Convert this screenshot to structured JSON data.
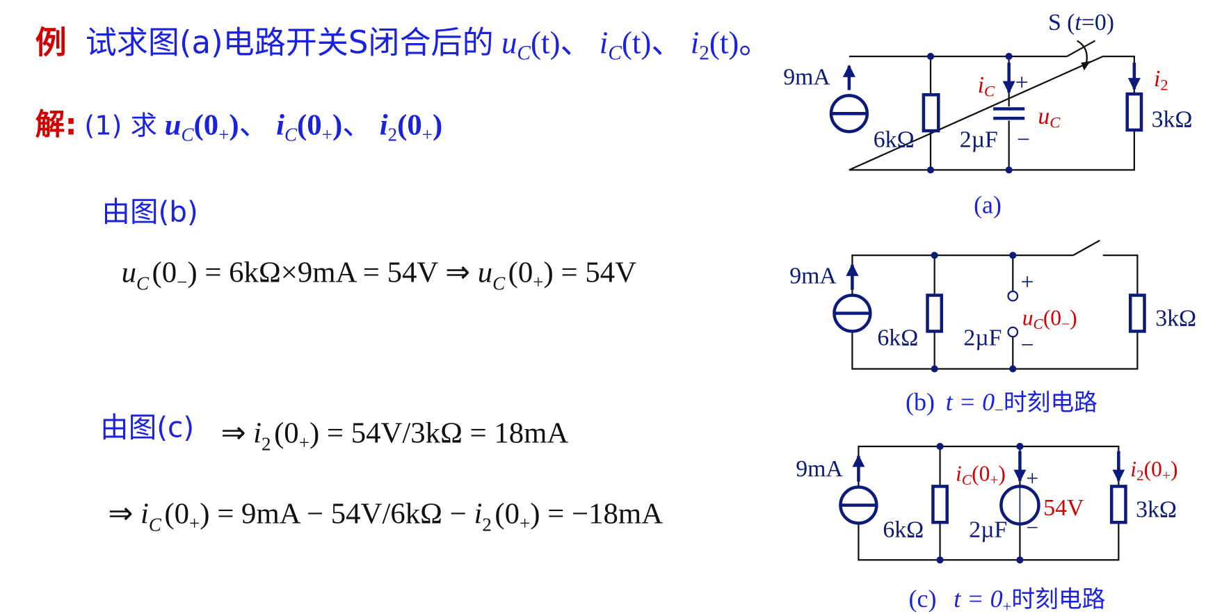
{
  "title": {
    "prefix": "例",
    "text": "试求图(a)电路开关S闭合后的",
    "terms": [
      {
        "sym": "u",
        "sub": "C",
        "arg": "(t)",
        "sep": "、"
      },
      {
        "sym": "i",
        "sub": "C",
        "arg": "(t)",
        "sep": "、"
      },
      {
        "sym": "i",
        "sub": "2",
        "arg": "(t)",
        "sep": "。"
      }
    ]
  },
  "solution": {
    "prefix": "解:",
    "step": "(1) 求",
    "terms": [
      {
        "sym": "u",
        "sub": "C",
        "arg": "(0",
        "argsub": "+",
        ")": ")",
        "sep": "、"
      },
      {
        "sym": "i",
        "sub": "C",
        "arg": "(0",
        "argsub": "+",
        ")": ")",
        "sep": "、"
      },
      {
        "sym": "i",
        "sub": "2",
        "arg": "(0",
        "argsub": "+",
        ")": ")",
        "sep": ""
      }
    ]
  },
  "section_b": {
    "label": "由图(b)"
  },
  "eq1": {
    "lhs_sym": "u",
    "lhs_sub": "C",
    "lhs_arg": "(0",
    "lhs_argsub": "−",
    "lhs_close": ")",
    "mid": " = 6kΩ×9mA = 54V ⇒ ",
    "rhs_sym": "u",
    "rhs_sub": "C",
    "rhs_arg": "(0",
    "rhs_argsub": "+",
    "rhs_close": ")",
    "rhs_val": " = 54V"
  },
  "section_c": {
    "label": "由图(c)"
  },
  "eq2": {
    "arrow": "⇒ ",
    "sym": "i",
    "sub": "2",
    "arg": "(0",
    "argsub": "+",
    "close": ")",
    "rest": " = 54V/3kΩ = 18mA"
  },
  "eq3": {
    "arrow": "⇒ ",
    "sym": "i",
    "sub": "C",
    "arg": "(0",
    "argsub": "+",
    "close": ")",
    "mid": " = 9mA − 54V/6kΩ − ",
    "sym2": "i",
    "sub2": "2",
    "arg2": "(0",
    "argsub2": "+",
    "close2": ")",
    "rest": " = −18mA"
  },
  "circuit_a": {
    "switch_label": "S (",
    "switch_t": "t",
    "switch_eq": "=0)",
    "source": "9mA",
    "r1": "6kΩ",
    "cap": "2µF",
    "r2": "3kΩ",
    "ic": "i",
    "ic_sub": "C",
    "uc": "u",
    "uc_sub": "C",
    "plus": "+",
    "minus": "−",
    "i2": "i",
    "i2_sub": "2",
    "caption": "(a)"
  },
  "circuit_b": {
    "source": "9mA",
    "r1": "6kΩ",
    "cap": "2µF",
    "r2": "3kΩ",
    "uc": "u",
    "uc_sub": "C",
    "uc_arg": "(0",
    "uc_argsub": "−",
    "uc_close": ")",
    "plus": "+",
    "minus": "−",
    "caption": "(b)",
    "caption_t": "t = 0",
    "caption_sub": "−",
    "caption_text": "时刻电路"
  },
  "circuit_c": {
    "source": "9mA",
    "r1": "6kΩ",
    "cap": "2µF",
    "r2": "3kΩ",
    "vsrc": "54V",
    "ic": "i",
    "ic_sub": "C",
    "ic_arg": "(0",
    "ic_argsub": "+",
    "ic_close": ")",
    "i2": "i",
    "i2_sub": "2",
    "i2_arg": "(0",
    "i2_argsub": "+",
    "i2_close": ")",
    "plus": "+",
    "minus": "−",
    "caption": "(c)",
    "caption_t": "t = 0",
    "caption_sub": "+",
    "caption_text": "时刻电路"
  },
  "colors": {
    "title": "#1a22e0",
    "accent": "#d00000",
    "circuit": "#0c1a7a"
  }
}
